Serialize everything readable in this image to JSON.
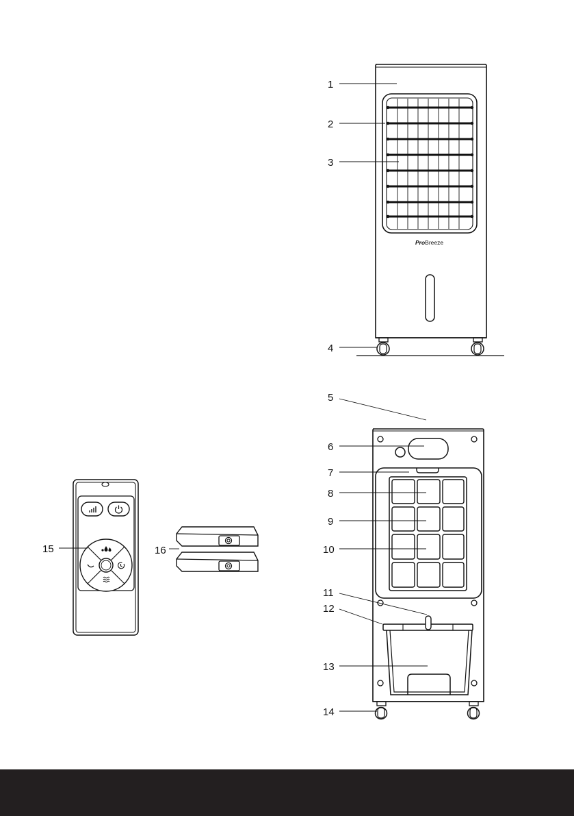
{
  "colors": {
    "ink": "#111111",
    "footer": "#231f20",
    "background": "#ffffff"
  },
  "brand": {
    "pro": "Pro",
    "breeze": "Breeze"
  },
  "callouts": {
    "c1": "1",
    "c2": "2",
    "c3": "3",
    "c4": "4",
    "c5": "5",
    "c6": "6",
    "c7": "7",
    "c8": "8",
    "c9": "9",
    "c10": "10",
    "c11": "11",
    "c12": "12",
    "c13": "13",
    "c14": "14",
    "c15": "15",
    "c16": "16"
  },
  "remote_icons": {
    "speed": "signal-bars-icon",
    "power": "power-icon",
    "humidify": "water-drops-icon",
    "sleep": "sleep-moon-icon",
    "timer": "timer-icon",
    "wind_mode": "wind-waves-icon"
  }
}
